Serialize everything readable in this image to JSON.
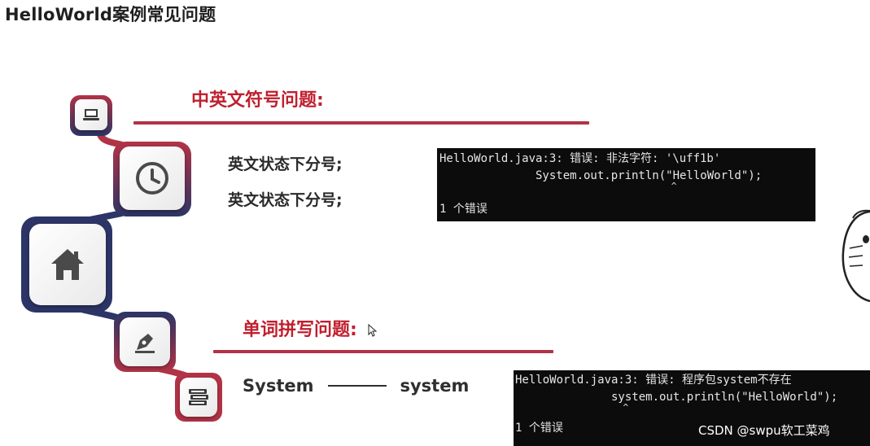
{
  "slide": {
    "title": "HelloWorld案例常见问题"
  },
  "section1": {
    "heading": "中英文符号问题:",
    "line1": "英文状态下分号;",
    "line2": "英文状态下分号;"
  },
  "terminal1": {
    "line1": "HelloWorld.java:3: 错误: 非法字符: '\\uff1b'",
    "line2": "              System.out.println(\"HelloWorld\");",
    "line3": "                                           ^",
    "line4": "1 个错误"
  },
  "section2": {
    "heading": "单词拼写问题:",
    "wrong_word": "System",
    "right_word": "system"
  },
  "terminal2": {
    "line1": "HelloWorld.java:3: 错误: 程序包system不存在",
    "line2": "              system.out.println(\"HelloWorld\");",
    "line3": "                    ^",
    "line4": "1 个错误"
  },
  "watermark": "CSDN @swpu软工菜鸡",
  "icons": [
    "laptop-icon",
    "clock-icon",
    "home-icon",
    "pen-icon",
    "books-icon",
    "cursor-icon"
  ],
  "colors": {
    "accent_red": "#c01f2e",
    "rule_red": "#b23346",
    "navy": "#2c3566",
    "terminal_bg": "#0c0c0c"
  }
}
